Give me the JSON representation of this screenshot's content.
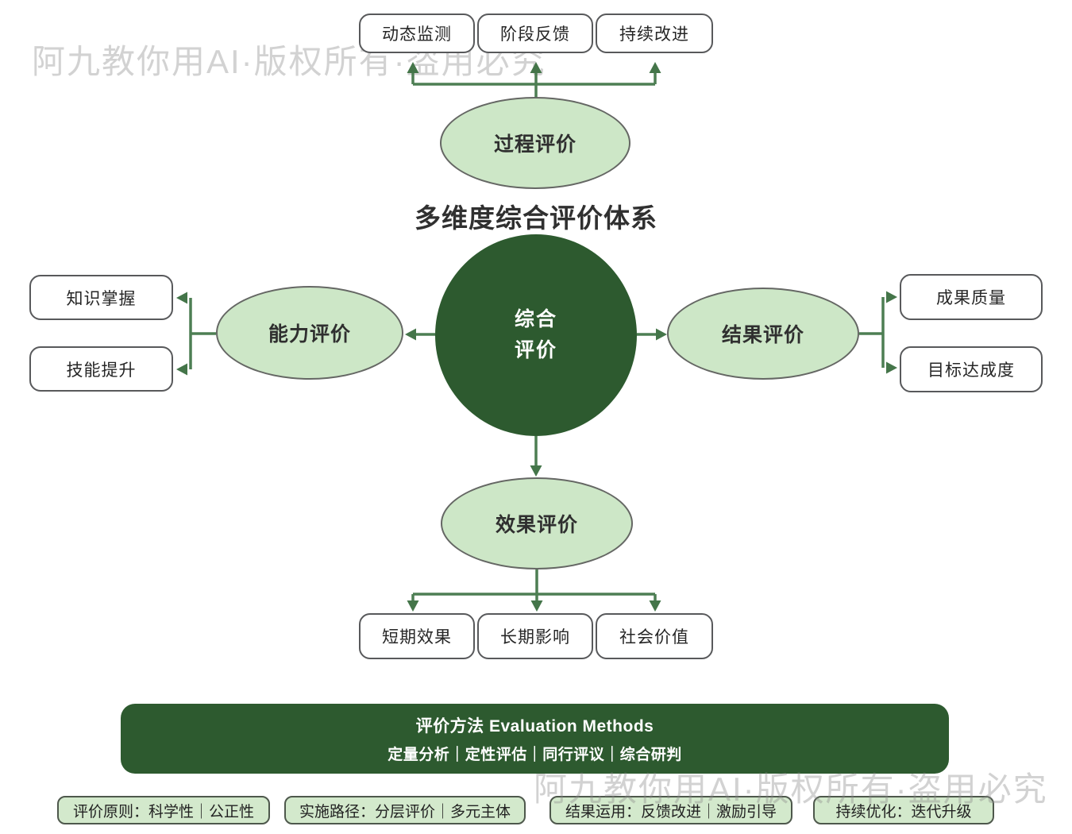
{
  "watermark": {
    "text": "阿九教你用AI·版权所有·盗用必究"
  },
  "title": "多维度综合评价体系",
  "center": {
    "line1": "综合",
    "line2": "评价"
  },
  "branches": {
    "top": {
      "label": "过程评价",
      "children": [
        "动态监测",
        "阶段反馈",
        "持续改进"
      ]
    },
    "left": {
      "label": "能力评价",
      "children": [
        "知识掌握",
        "技能提升"
      ]
    },
    "right": {
      "label": "结果评价",
      "children": [
        "成果质量",
        "目标达成度"
      ]
    },
    "bottom": {
      "label": "效果评价",
      "children": [
        "短期效果",
        "长期影响",
        "社会价值"
      ]
    }
  },
  "banner": {
    "line1": "评价方法 Evaluation Methods",
    "line2": "定量分析｜定性评估｜同行评议｜综合研判"
  },
  "chips": [
    "评价原则：科学性｜公正性",
    "实施路径：分层评价｜多元主体",
    "结果运用：反馈改进｜激励引导",
    "持续优化：迭代升级"
  ],
  "colors": {
    "dark_green": "#2d5a2f",
    "light_green_fill": "#cde7c7",
    "chip_fill": "#d3e9cc",
    "arrow_green": "#4d7e53",
    "box_border": "#58595b",
    "watermark_gray": "#d0d0d0"
  }
}
